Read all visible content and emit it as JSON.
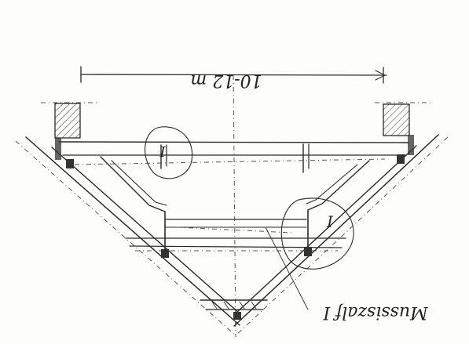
{
  "sketch": {
    "dimension_label": "10-12 m",
    "annotation_text": "Mussiszalf I",
    "detail_mark_left": "I",
    "detail_mark_right": "I"
  }
}
